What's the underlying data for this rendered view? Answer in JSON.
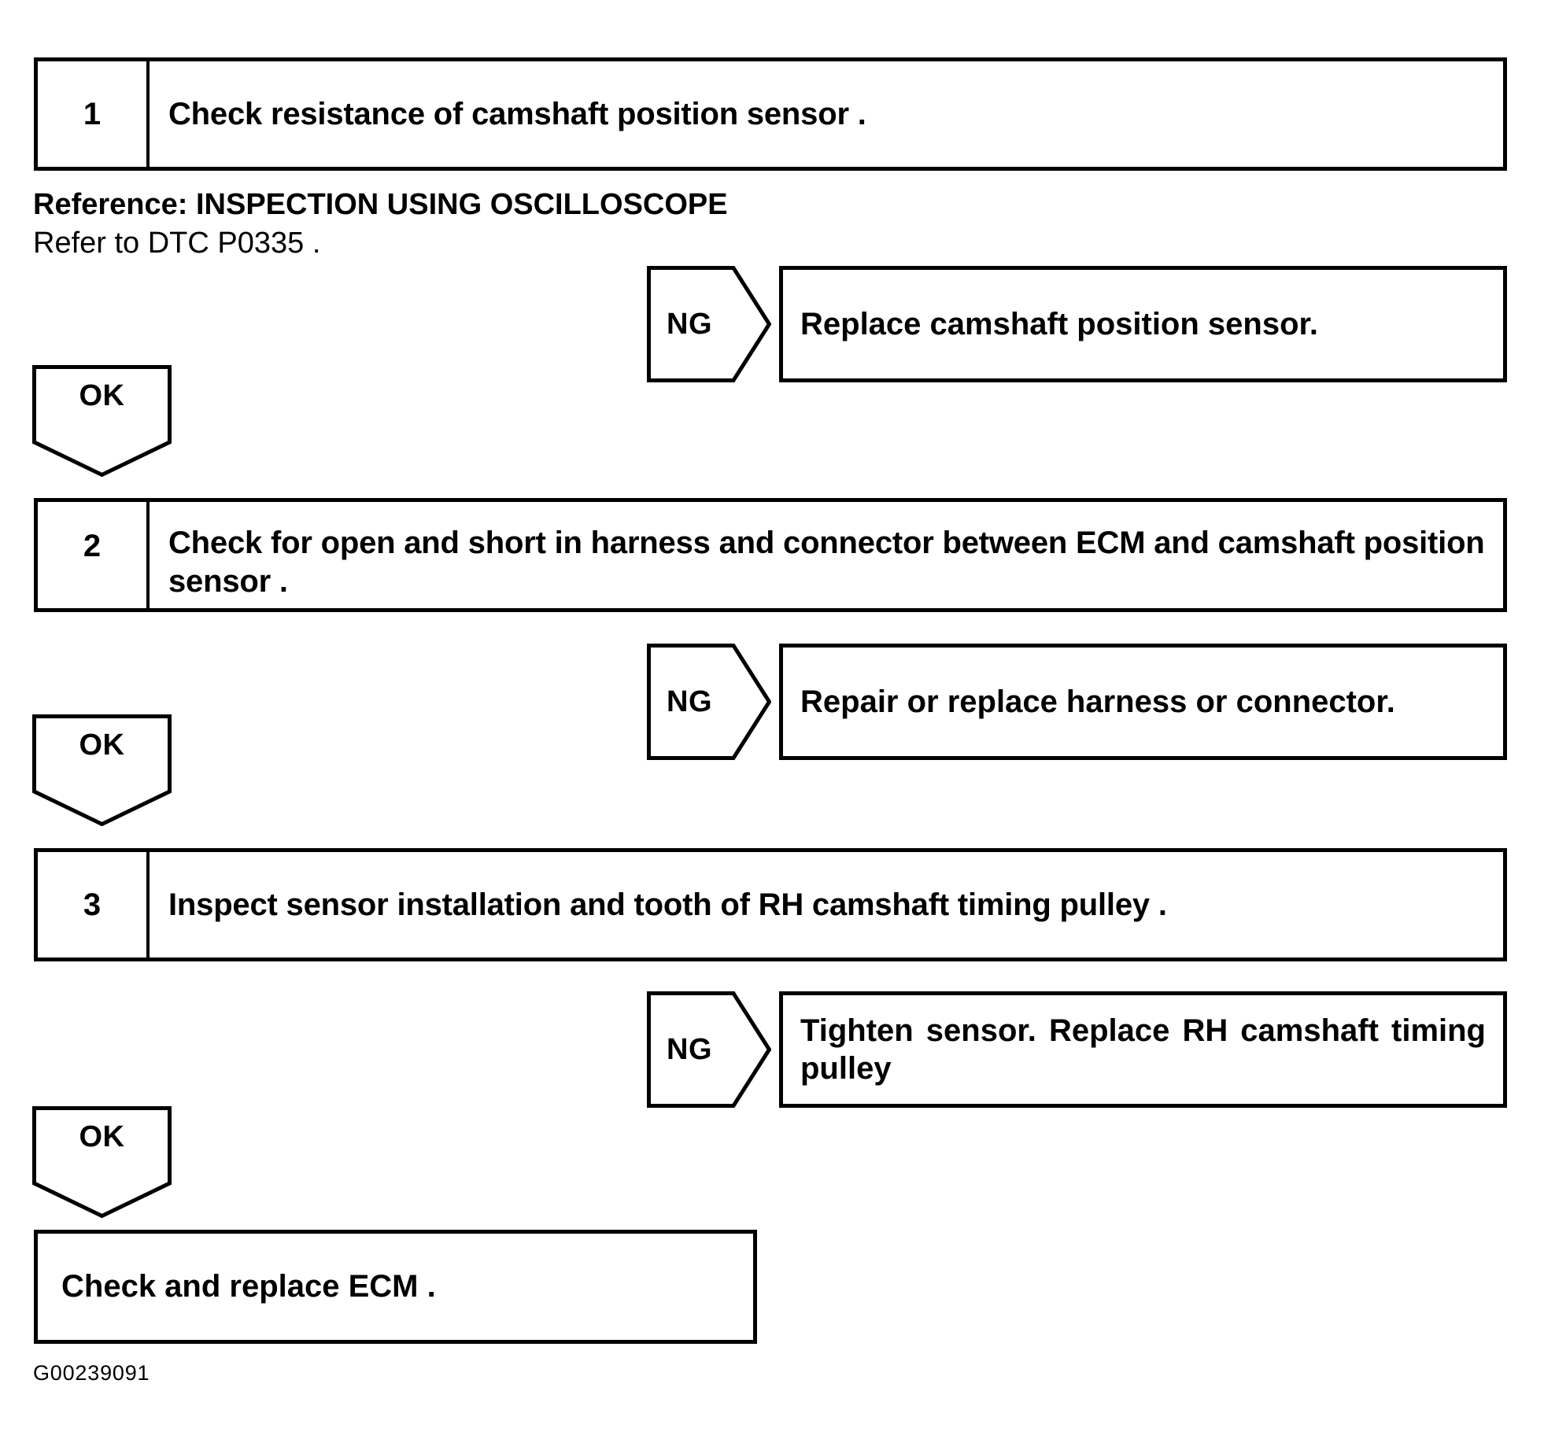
{
  "document": {
    "type": "diagnostic-troubleshooting-flowchart",
    "figure_code": "G00239091"
  },
  "reference": {
    "title": "Reference: INSPECTION USING OSCILLOSCOPE",
    "subtitle": "Refer to DTC P0335 ."
  },
  "steps": [
    {
      "number": "1",
      "text": "Check resistance of camshaft position sensor ."
    },
    {
      "number": "2",
      "text": "Check for open and short in harness and connector between ECM and camshaft position sensor ."
    },
    {
      "number": "3",
      "text": "Inspect sensor installation and tooth of RH camshaft timing pulley ."
    }
  ],
  "ng_branches": [
    {
      "label": "NG",
      "result": "Replace camshaft position sensor."
    },
    {
      "label": "NG",
      "result": "Repair or replace harness or connector."
    },
    {
      "label": "NG",
      "result_line1": "Tighten sensor. Replace RH camshaft timing",
      "result_line2": "pulley"
    }
  ],
  "ok_branches": [
    {
      "label": "OK"
    },
    {
      "label": "OK"
    },
    {
      "label": "OK"
    }
  ],
  "final": {
    "text": "Check and replace ECM ."
  },
  "colors": {
    "ink": "#000000",
    "paper": "#ffffff"
  }
}
